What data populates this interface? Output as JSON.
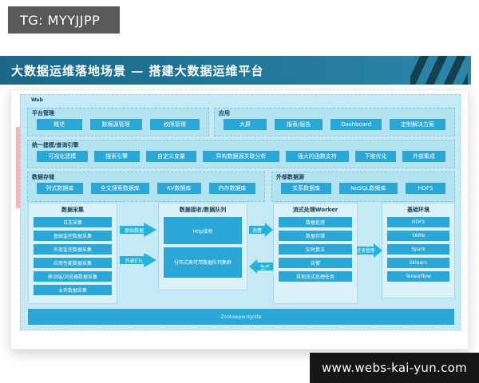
{
  "badge": {
    "label": "TG: MYYJJPP"
  },
  "banner": {
    "title": "大数据运维落地场景 — 搭建大数据运维平台"
  },
  "diagram": {
    "web_label": "Web",
    "platform": {
      "label": "平台管理",
      "items": [
        "概述",
        "数据源管理",
        "权限管理"
      ]
    },
    "app": {
      "label": "应用",
      "items": [
        "大屏",
        "报表/报告",
        "Dashboard",
        "定制解决方案"
      ]
    },
    "engine": {
      "label": "统一建模/查询引擎",
      "items": [
        "可视化建模",
        "搜索引擎",
        "自定义变量",
        "异构数据源关联分析",
        "强大的函数支持",
        "下推优化",
        "外部集成"
      ]
    },
    "storage": {
      "label": "数据存储",
      "items": [
        "列式数据库",
        "全文搜索数据库",
        "KV数据库",
        "内存数据库"
      ]
    },
    "external": {
      "label": "外部数据源",
      "items": [
        "关系数据库",
        "NoSQL数据库",
        "HDFS"
      ]
    },
    "collect": {
      "label": "数据采集",
      "items": [
        "日志采集",
        "基础监控数据采集",
        "外部监控数据采集",
        "应用性能数据采集",
        "移动端/浏览器数据采集",
        "业务数据采集"
      ]
    },
    "queue": {
      "label": "数据接收/数据队列",
      "items": [
        "Http接收",
        "分布式高可用数据队列集群"
      ]
    },
    "stream": {
      "label": "流式处理Worker",
      "items": [
        "数据处理",
        "数据存储",
        "实时算法",
        "告警",
        "其他流式处理任务"
      ]
    },
    "infra": {
      "label": "基础环境",
      "items": [
        "HDFS",
        "YARN",
        "Spark",
        "Sklearn",
        "Tensorflow"
      ]
    },
    "arrows": {
      "raw": "原始数据",
      "etl": "外部ETL",
      "consume": "消费",
      "produce": "生产",
      "task": "任务管理"
    },
    "bottom_bar": "Zookeeper/Ignite"
  },
  "footer": {
    "url": "www.webs-kai-yun.com"
  },
  "colors": {
    "accent": "#2aa7d4",
    "banner_teal": "#1b6787",
    "container_blue": "#c6e9f6",
    "footer_dark": "#161616",
    "badge_gray": "#58595b"
  }
}
